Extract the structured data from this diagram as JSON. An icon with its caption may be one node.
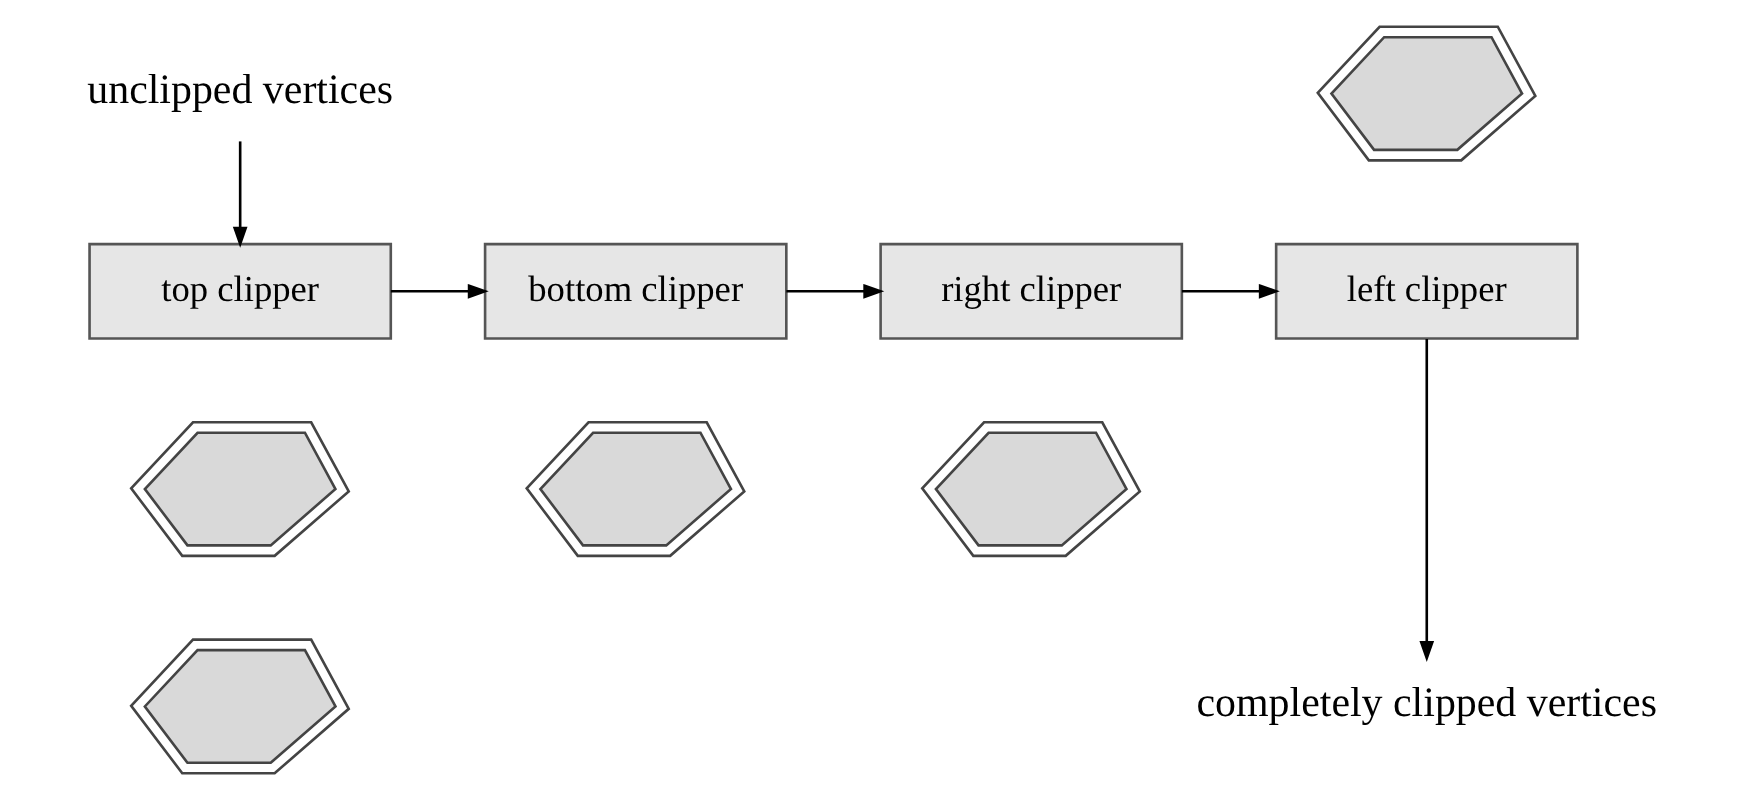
{
  "diagram": {
    "nodes": [
      {
        "text": [
          "unclipped vertices"
        ]
      },
      {
        "text": [],
        "shape": "picture"
      },
      {
        "text": [
          "top clipper"
        ]
      },
      {
        "text": [
          "bottom clipper"
        ]
      },
      {
        "text": [
          "right clipper"
        ]
      },
      {
        "text": [
          "left clipper"
        ]
      },
      {
        "text": [],
        "shape": "picture"
      },
      {
        "text": [],
        "shape": "picture"
      },
      {
        "text": [],
        "shape": "picture"
      },
      {
        "text": [],
        "shape": "picture"
      },
      {
        "text": [
          "completely clipped vertices"
        ]
      }
    ],
    "edges": [
      {
        "from": 0,
        "to": 2,
        "arrow": "to"
      },
      {
        "from": 2,
        "to": 3,
        "arrow": "to"
      },
      {
        "from": 3,
        "to": 4,
        "arrow": "to"
      },
      {
        "from": 4,
        "to": 5,
        "arrow": "to"
      },
      {
        "from": 5,
        "to": 10,
        "arrow": "to"
      }
    ]
  }
}
